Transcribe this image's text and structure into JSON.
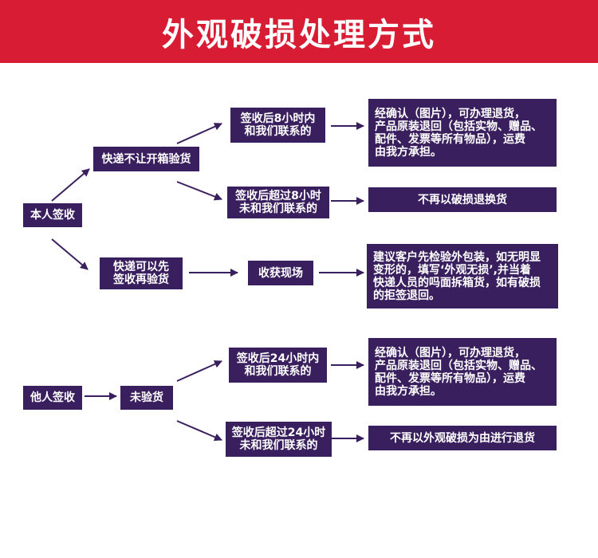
{
  "title": "外观破损处理方式",
  "section1": {
    "self_sign": "本人签收",
    "no_open": "快递不让开箱验货",
    "within_8h": "签收后8小时内\n和我们联系的",
    "within_8h_result": "经确认（图片），可办理退货，\n产品原装退回（包括实物、赠品、\n配件、发票等所有物品），运费\n由我方承担。",
    "over_8h": "签收后超过8小时\n未和我们联系的",
    "over_8h_result": "不再以破损退换货",
    "can_open": "快递可以先\n签收再验货",
    "on_site": "收获现场",
    "on_site_result": "建议客户先检验外包装，如无明显\n变形的，填写‘外观无损’,并当着\n快递人员的吗面拆箱货，如有破损\n的拒签退回。"
  },
  "section2": {
    "other_sign": "他人签收",
    "not_inspected": "未验货",
    "within_24h": "签收后24小时内\n和我们联系的",
    "within_24h_result": "经确认（图片），可办理退货，\n产品原装退回（包括实物、赠品、\n配件、发票等所有物品），运费\n由我方承担。",
    "over_24h": "签收后超过24小时\n未和我们联系的",
    "over_24h_result": "不再以外观破损为由进行退货"
  },
  "colors": {
    "header": "#d81c34",
    "box": "#3a1f5e",
    "arrow": "#3a1f5e"
  }
}
